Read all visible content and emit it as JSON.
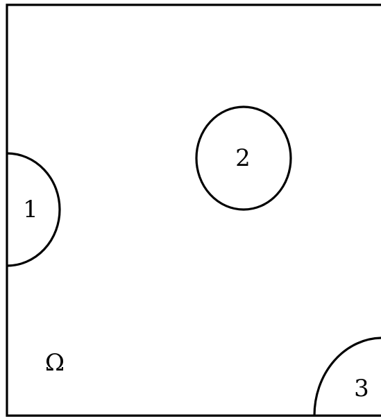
{
  "diagram": {
    "domain_label": "Ω",
    "regions": [
      {
        "id": "1",
        "label": "1"
      },
      {
        "id": "2",
        "label": "2"
      },
      {
        "id": "3",
        "label": "3"
      }
    ]
  },
  "colors": {
    "stroke": "#000000",
    "background": "#ffffff"
  }
}
